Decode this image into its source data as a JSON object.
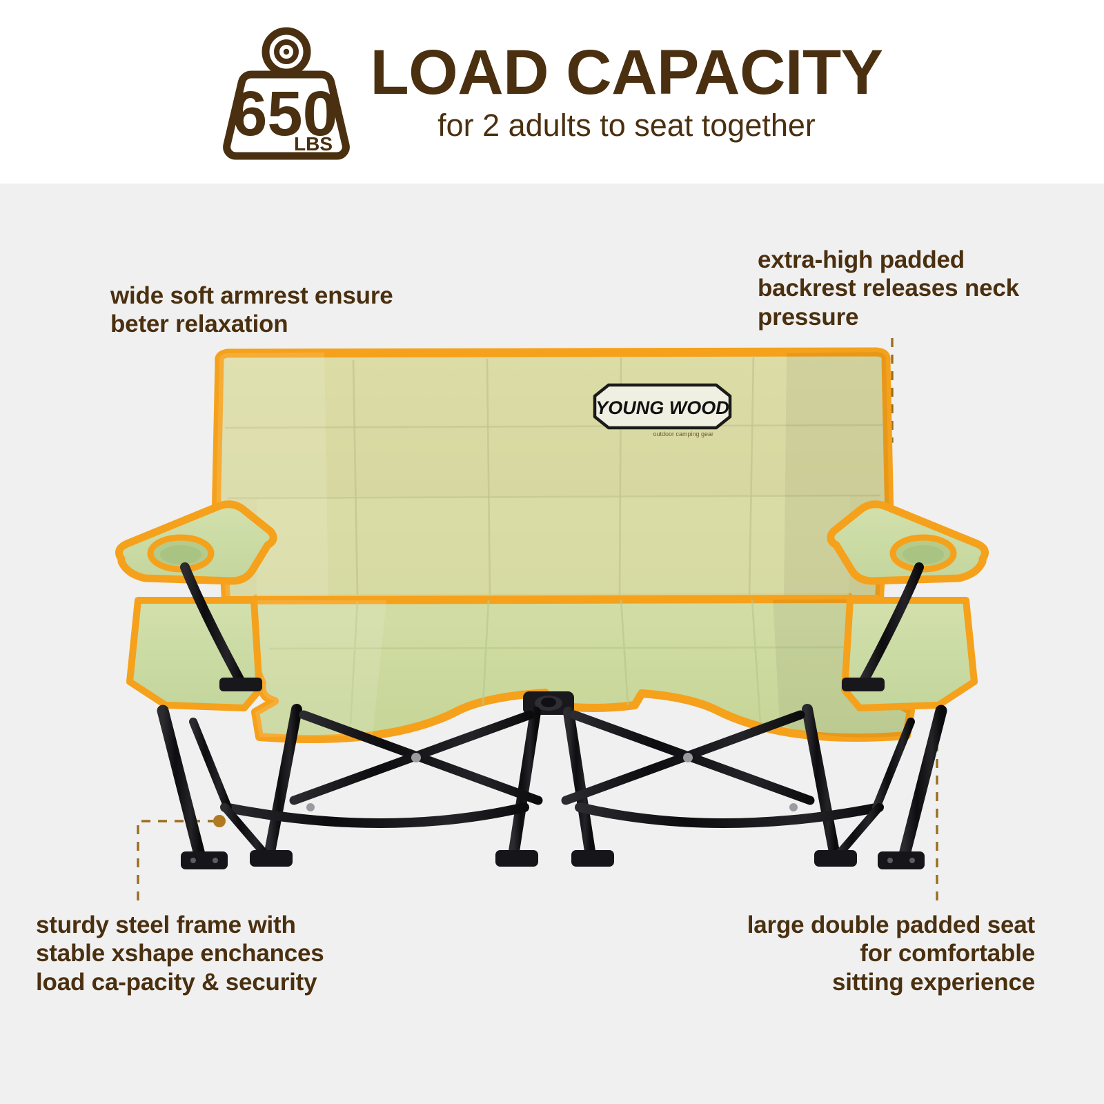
{
  "header": {
    "badge": {
      "value": "650",
      "unit": "LBS",
      "icon": "weight-icon"
    },
    "title": "LOAD CAPACITY",
    "subtitle": "for 2 adults to seat together"
  },
  "callouts": [
    {
      "id": "armrest",
      "text": "wide soft armrest ensure beter relaxation",
      "lines": [
        "wide soft armrest ensure",
        "beter relaxation"
      ],
      "align": "left"
    },
    {
      "id": "backrest",
      "text": "extra-high padded backrest releases neck pressure",
      "lines": [
        "extra-high padded",
        "backrest releases neck",
        "pressure"
      ],
      "align": "left"
    },
    {
      "id": "frame",
      "text": "sturdy steel frame with stable xshape enchances load ca-pacity & security",
      "lines": [
        "sturdy steel frame with",
        "stable xshape enchances",
        "load ca-pacity & security"
      ],
      "align": "left"
    },
    {
      "id": "seat",
      "text": "large double padded seat for comfortable sitting experience",
      "lines": [
        "large double padded seat",
        "for comfortable",
        "sitting experience"
      ],
      "align": "right"
    }
  ],
  "product": {
    "brand": "YOUNG WOOD",
    "brand_tagline": "outdoor camping gear",
    "type": "double folding camping chair"
  },
  "colors": {
    "brown": "#4a3010",
    "dash_line": "#9a6d20",
    "dot": "#b07a22",
    "header_bg": "#ffffff",
    "body_bg": "#f0f0f0",
    "fabric_back_upper": "#d5d6a0",
    "fabric_back_lower": "#d8dba6",
    "fabric_seat": "#cbd89f",
    "fabric_armrest": "#c9d9a4",
    "piping_orange": "#f5a11b",
    "frame_black": "#16161a"
  }
}
